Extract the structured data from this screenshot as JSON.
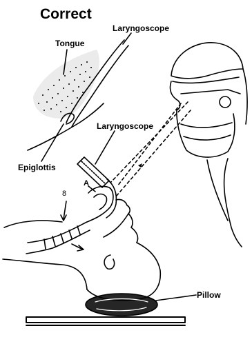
{
  "title": "Correct",
  "labels": {
    "laryngoscope_upper": "Laryngoscope",
    "tongue": "Tongue",
    "laryngoscope_lower": "Laryngoscope",
    "epiglottis": "Epiglottis",
    "a": "A",
    "b": "8",
    "pillow": "Pillow"
  },
  "colors": {
    "ink": "#000000",
    "background": "#ffffff"
  }
}
